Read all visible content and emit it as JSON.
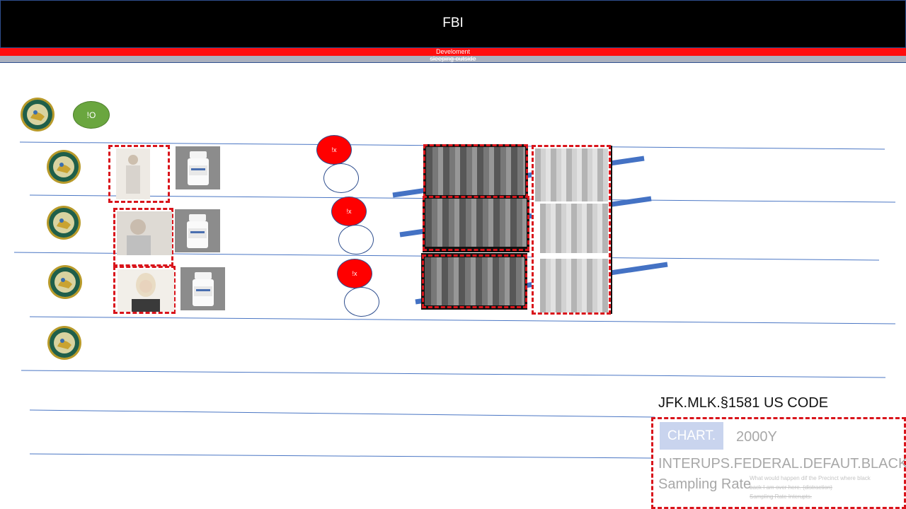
{
  "header": {
    "title": "FBI",
    "subtitle": "Develoment",
    "struck_text": "sleeping outside"
  },
  "badge": {
    "label": "!O"
  },
  "markers": {
    "label": "!x"
  },
  "code_block": {
    "heading": "JFK.MLK.§1581 US CODE",
    "chart_label": "CHART.",
    "year": "2000Y",
    "line1": "INTERUPS.FEDERAL.DEFAUT.BLACK",
    "line2": "Sampling Rate",
    "note1": "What would happen dif the Precinct where black",
    "note2": "back I am over here. (distraction)",
    "note3": "Sampling Rate Interupts."
  },
  "icons": {
    "seal": "state-seal-icon",
    "bottle": "medicine-bottle-icon",
    "person": "person-photo",
    "crowd": "crowd-photo"
  },
  "colors": {
    "header": "#000000",
    "accent_red": "#ff0d0d",
    "dashed_frame": "#d9141b",
    "badge_green": "#6aa63f",
    "slash_blue": "#4472c4",
    "line_blue": "#4a76c4"
  }
}
